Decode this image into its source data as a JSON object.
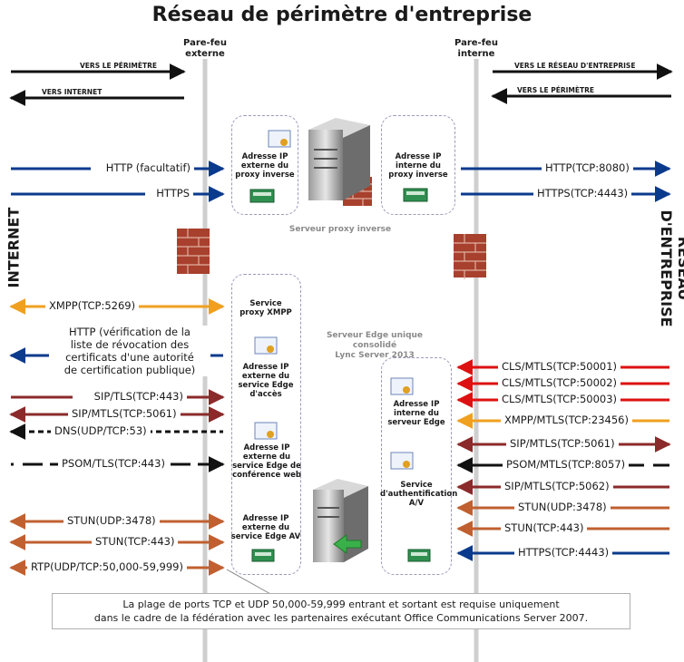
{
  "title": "Réseau de périmètre d'entreprise",
  "firewalls": {
    "external": "Pare-feu\nexterne",
    "internal": "Pare-feu\ninterne"
  },
  "directions": {
    "to_perimeter_left": "VERS LE PÉRIMÈTRE",
    "to_internet": "VERS INTERNET",
    "to_corp_network": "VERS LE RÉSEAU D'ENTREPRISE",
    "to_perimeter_right": "VERS LE PÉRIMÈTRE"
  },
  "sides": {
    "internet": "INTERNET",
    "corp": "RÉSEAU\nD'ENTREPRISE"
  },
  "reverse_proxy": {
    "caption": "Serveur proxy inverse",
    "external_box": "Adresse IP\nexterne du\nproxy inverse",
    "internal_box": "Adresse IP\ninterne du\nproxy inverse"
  },
  "edge": {
    "caption": "Serveur Edge unique consolidé\nLync Server 2013",
    "xmpp_proxy": "Service\nproxy XMPP",
    "access_ext": "Adresse IP\nexterne du\nservice Edge\nd'accès",
    "webconf_ext": "Adresse IP\nexterne du\nservice Edge de\nconférence web",
    "av_ext": "Adresse IP\nexterne du\nservice Edge AV",
    "internal_ip": "Adresse IP\ninterne du\nserveur Edge",
    "av_auth": "Service\nd'authentification\nA/V"
  },
  "left_flows": [
    {
      "label": "HTTP (facultatif)",
      "color": "#0a3a8c"
    },
    {
      "label": "HTTPS",
      "color": "#0a3a8c"
    },
    {
      "label": "XMPP(TCP:5269)",
      "color": "#f0a020"
    },
    {
      "label": "HTTP (vérification de la\nliste de révocation des\ncertificats d'une autorité\nde certification publique)",
      "color": "#0a3a8c"
    },
    {
      "label": "SIP/TLS(TCP:443)",
      "color": "#8b2a2a"
    },
    {
      "label": "SIP/MTLS(TCP:5061)",
      "color": "#8b2a2a"
    },
    {
      "label": "DNS(UDP/TCP:53)",
      "color": "#111111"
    },
    {
      "label": "PSOM/TLS(TCP:443)",
      "color": "#111111"
    },
    {
      "label": "STUN(UDP:3478)",
      "color": "#c06030"
    },
    {
      "label": "STUN(TCP:443)",
      "color": "#c06030"
    },
    {
      "label": "RTP(UDP/TCP:50,000-59,999)",
      "color": "#c06030"
    }
  ],
  "right_flows": [
    {
      "label": "HTTP(TCP:8080)",
      "color": "#0a3a8c"
    },
    {
      "label": "HTTPS(TCP:4443)",
      "color": "#0a3a8c"
    },
    {
      "label": "CLS/MTLS(TCP:50001)",
      "color": "#dd1111"
    },
    {
      "label": "CLS/MTLS(TCP:50002)",
      "color": "#dd1111"
    },
    {
      "label": "CLS/MTLS(TCP:50003)",
      "color": "#dd1111"
    },
    {
      "label": "XMPP/MTLS(TCP:23456)",
      "color": "#f0a020"
    },
    {
      "label": "SIP/MTLS(TCP:5061)",
      "color": "#8b2a2a"
    },
    {
      "label": "PSOM/MTLS(TCP:8057)",
      "color": "#111111"
    },
    {
      "label": "SIP/MTLS(TCP:5062)",
      "color": "#8b2a2a"
    },
    {
      "label": "STUN(UDP:3478)",
      "color": "#c06030"
    },
    {
      "label": "STUN(TCP:443)",
      "color": "#c06030"
    },
    {
      "label": "HTTPS(TCP:4443)",
      "color": "#0a3a8c"
    }
  ],
  "note": "La plage de ports TCP et UDP 50,000-59,999 entrant et sortant est requise uniquement\ndans le cadre de la fédération avec les partenaires exécutant Office Communications Server 2007."
}
